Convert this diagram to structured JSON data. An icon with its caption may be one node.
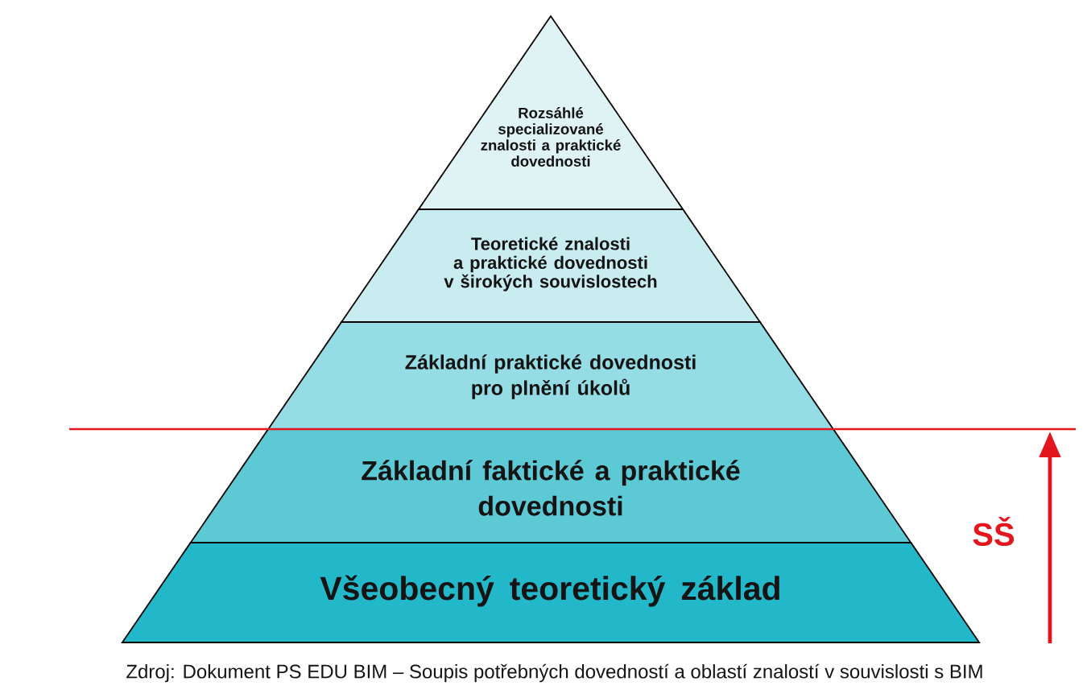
{
  "diagram": {
    "nodes": [
      {
        "text": [
          "Rozsáhlé specializované znalosti a praktické dovednosti"
        ]
      },
      {
        "text": [
          "Teoretické znalosti a praktické dovednosti v širokých souvislostech"
        ]
      },
      {
        "text": [
          "Základní praktické dovednosti pro plnění úkolů"
        ]
      },
      {
        "text": [
          "Základní faktické a praktické dovednosti"
        ]
      },
      {
        "text": [
          "Všeobecný teoretický základ"
        ]
      }
    ],
    "labels": [
      "SŠ"
    ],
    "caption": "Zdroj: Dokument PS EDU BIM – Soupis potřebných dovedností a oblastí znalostí v souvislosti s BIM"
  }
}
